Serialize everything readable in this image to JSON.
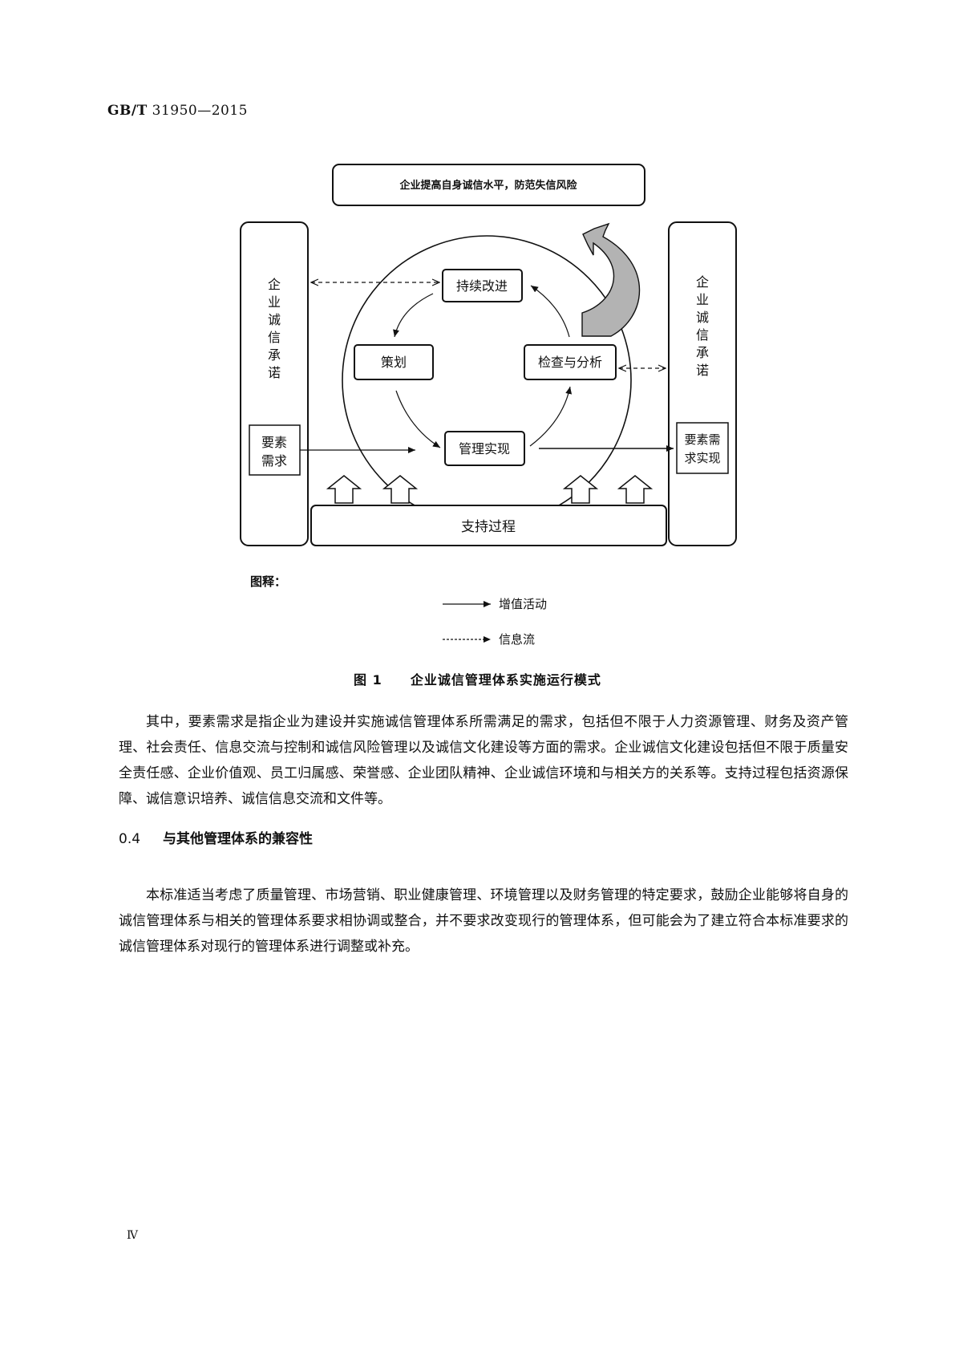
{
  "header": {
    "standard_prefix": "GB/T",
    "standard_number": "31950—2015"
  },
  "diagram": {
    "top_box": "企业提高自身诚信水平，防范失信风险",
    "left_column": "企业诚信承诺",
    "right_column": "企业诚信承诺",
    "left_demand": [
      "要素",
      "需求"
    ],
    "right_realize": [
      "要素需",
      "求实现"
    ],
    "cycle": {
      "improve": "持续改进",
      "plan": "策划",
      "check": "检查与分析",
      "implement": "管理实现"
    },
    "support": "支持过程",
    "legend_title": "图释：",
    "legend_solid": "增值活动",
    "legend_dashed": "信息流"
  },
  "figure_caption": {
    "number": "图 1",
    "title": "企业诚信管理体系实施运行模式"
  },
  "paragraph1": "其中，要素需求是指企业为建设并实施诚信管理体系所需满足的需求，包括但不限于人力资源管理、财务及资产管理、社会责任、信息交流与控制和诚信风险管理以及诚信文化建设等方面的需求。企业诚信文化建设包括但不限于质量安全责任感、企业价值观、员工归属感、荣誉感、企业团队精神、企业诚信环境和与相关方的关系等。支持过程包括资源保障、诚信意识培养、诚信信息交流和文件等。",
  "section": {
    "number": "0.4",
    "title": "与其他管理体系的兼容性"
  },
  "paragraph2": "本标准适当考虑了质量管理、市场营销、职业健康管理、环境管理以及财务管理的特定要求，鼓励企业能够将自身的诚信管理体系与相关的管理体系要求相协调或整合，并不要求改变现行的管理体系，但可能会为了建立符合本标准要求的诚信管理体系对现行的管理体系进行调整或补充。",
  "page_number": "Ⅳ"
}
